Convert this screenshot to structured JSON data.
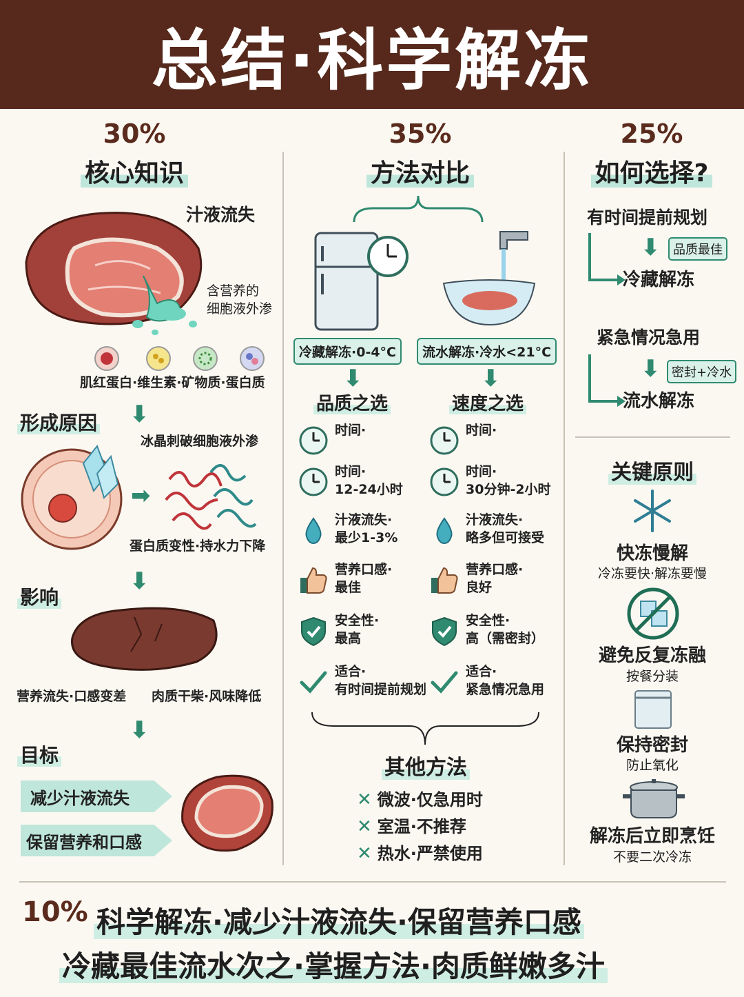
{
  "header": {
    "title": "总结·科学解冻"
  },
  "col1": {
    "percent": "30%",
    "title": "核心知识",
    "juice_loss": "汁液流失",
    "nutrient_note": "含营养的\n细胞液外渗",
    "nutrient_list": "肌红蛋白·维生素·矿物质·蛋白质",
    "cause_title": "形成原因",
    "cause_note": "冰晶刺破细胞液外渗",
    "protein_note": "蛋白质变性·持水力下降",
    "impact_title": "影响",
    "impact_left": "营养流失·口感变差",
    "impact_right": "肉质干柴·风味降低",
    "goal_title": "目标",
    "goal_1": "减少汁液流失",
    "goal_2": "保留营养和口感"
  },
  "col2": {
    "percent": "35%",
    "title": "方法对比",
    "fridge_label": "冷藏解冻·0-4°C",
    "water_label": "流水解冻·冷水<21°C",
    "fridge_pick": "品质之选",
    "water_pick": "速度之选",
    "fridge_rows": [
      {
        "icon": "clock-icon",
        "text": "时间·"
      },
      {
        "icon": "clock-icon",
        "text": "时间·\n12-24小时"
      },
      {
        "icon": "droplet-icon",
        "text": "汁液流失·\n最少1-3%"
      },
      {
        "icon": "thumbs-up-icon",
        "text": "营养口感·\n最佳"
      },
      {
        "icon": "shield-icon",
        "text": "安全性·\n最高"
      },
      {
        "icon": "check-icon",
        "text": "适合·\n有时间提前规划"
      }
    ],
    "water_rows": [
      {
        "icon": "clock-icon",
        "text": "时间·"
      },
      {
        "icon": "clock-icon",
        "text": "时间·\n30分钟-2小时"
      },
      {
        "icon": "droplet-icon",
        "text": "汁液流失·\n略多但可接受"
      },
      {
        "icon": "thumbs-up-icon",
        "text": "营养口感·\n良好"
      },
      {
        "icon": "shield-icon",
        "text": "安全性·\n高（需密封）"
      },
      {
        "icon": "check-icon",
        "text": "适合·\n紧急情况急用"
      }
    ],
    "other_title": "其他方法",
    "other_items": [
      "微波·仅急用时",
      "室温·不推荐",
      "热水·严禁使用"
    ]
  },
  "col3": {
    "percent": "25%",
    "title": "如何选择?",
    "plan_title": "有时间提前规划",
    "plan_tag": "品质最佳",
    "plan_result": "冷藏解冻",
    "urgent_title": "紧急情况急用",
    "urgent_tag": "密封+冷水",
    "urgent_result": "流水解冻",
    "principles_title": "关键原则",
    "principles": [
      {
        "icon": "snowflake-icon",
        "title": "快冻慢解",
        "sub": "冷冻要快·解冻要慢"
      },
      {
        "icon": "no-refreeze-icon",
        "title": "避免反复冻融",
        "sub": "按餐分装"
      },
      {
        "icon": "sealed-bag-icon",
        "title": "保持密封",
        "sub": "防止氧化"
      },
      {
        "icon": "pot-icon",
        "title": "解冻后立即烹饪",
        "sub": "不要二次冷冻"
      }
    ]
  },
  "footer": {
    "percent": "10%",
    "line1": "科学解冻·减少汁液流失·保留营养口感",
    "line2": "冷藏最佳流水次之·掌握方法·肉质鲜嫩多汁"
  },
  "colors": {
    "header": "#56291c",
    "accent": "#2f8a70",
    "highlight": "#bfe6da",
    "background": "#fbf8f2"
  }
}
